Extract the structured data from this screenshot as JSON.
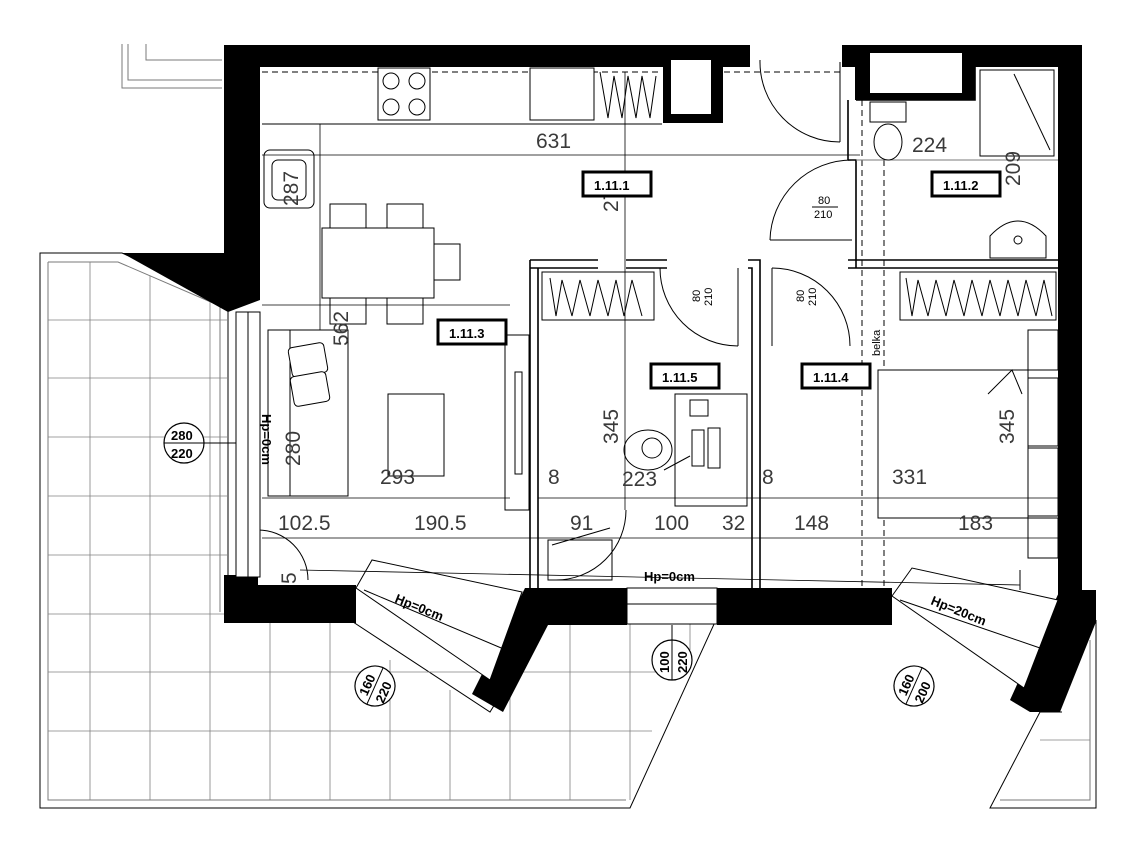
{
  "rooms": [
    {
      "id": "1.11.1"
    },
    {
      "id": "1.11.2"
    },
    {
      "id": "1.11.3"
    },
    {
      "id": "1.11.4"
    },
    {
      "id": "1.11.5"
    }
  ],
  "dimensions": {
    "kitchen_width": "631",
    "wc_width": "224",
    "wc_depth": "209",
    "hall_depth": "278",
    "living_depth": "562",
    "fridge": "287",
    "living_left_height": "280",
    "living_width": "293",
    "room5_height": "345",
    "room5_width": "223",
    "room4_height": "345",
    "room4_width": "331",
    "wall_a": "8",
    "wall_b": "8",
    "bottom_chain": [
      "102.5",
      "190.5",
      "91",
      "100",
      "32",
      "148",
      "183"
    ],
    "small_5": "5"
  },
  "doors": [
    {
      "w": "80",
      "h": "210"
    },
    {
      "w": "80",
      "h": "210"
    },
    {
      "w": "80",
      "h": "210"
    }
  ],
  "windows": [
    {
      "top": "280",
      "bottom": "220"
    },
    {
      "top": "160",
      "bottom": "220"
    },
    {
      "top": "100",
      "bottom": "220"
    },
    {
      "top": "160",
      "bottom": "200"
    }
  ],
  "sill_notes": {
    "left_vertical": "Hp=0cm",
    "living_window": "Hp=0cm",
    "room5_window": "Hp=0cm",
    "room4_window": "Hp=20cm"
  },
  "beam_note": "belka"
}
